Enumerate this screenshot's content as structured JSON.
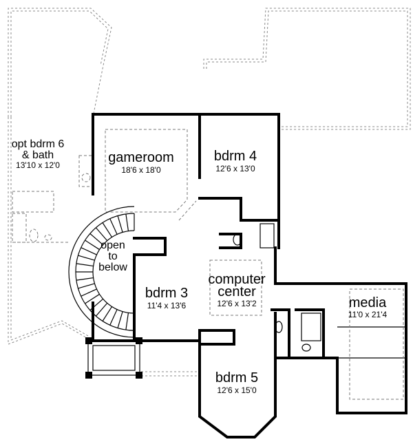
{
  "rooms": {
    "bdrm6": {
      "name_line1": "opt bdrm 6",
      "name_line2": "& bath",
      "size": "13'10 x 12'0"
    },
    "gameroom": {
      "name": "gameroom",
      "size": "18'6 x 18'0"
    },
    "bdrm4": {
      "name": "bdrm 4",
      "size": "12'6 x 13'0"
    },
    "open": {
      "line1": "open",
      "line2": "to",
      "line3": "below"
    },
    "bdrm3": {
      "name": "bdrm 3",
      "size": "11'4 x 13'6"
    },
    "computer": {
      "name_line1": "computer",
      "name_line2": "center",
      "size": "12'6 x 13'2"
    },
    "media": {
      "name": "media",
      "size": "11'0 x 21'4"
    },
    "bdrm5": {
      "name": "bdrm 5",
      "size": "12'6 x 15'0"
    }
  }
}
